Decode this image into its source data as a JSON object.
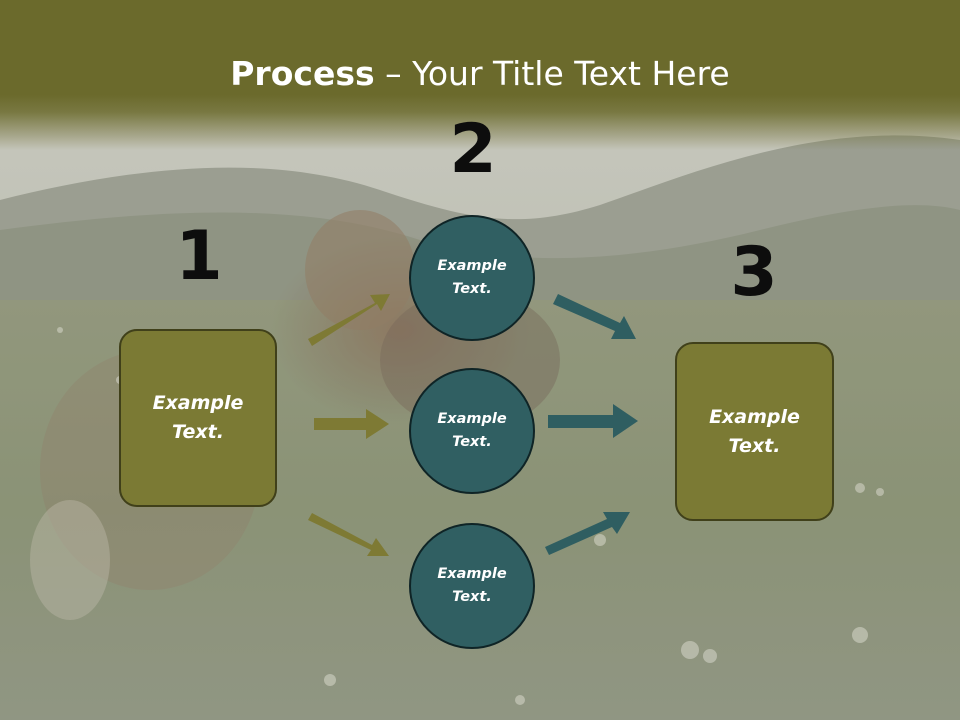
{
  "slide": {
    "title_bold": "Process",
    "title_rest": " – Your Title Text Here"
  },
  "steps": {
    "left": {
      "number": "1",
      "text_line1": "Example",
      "text_line2": "Text."
    },
    "middle": {
      "number": "2"
    },
    "right": {
      "number": "3",
      "text_line1": "Example",
      "text_line2": "Text."
    }
  },
  "circles": [
    {
      "text_line1": "Example",
      "text_line2": "Text."
    },
    {
      "text_line1": "Example",
      "text_line2": "Text."
    },
    {
      "text_line1": "Example",
      "text_line2": "Text."
    }
  ],
  "colors": {
    "title_band": "#6b6a2c",
    "box_fill": "#7b7a34",
    "circle_fill": "#305f62",
    "olive_arrow": "#7e7a34",
    "teal_arrow": "#2f5e61",
    "number_text": "#0d0d0d"
  }
}
